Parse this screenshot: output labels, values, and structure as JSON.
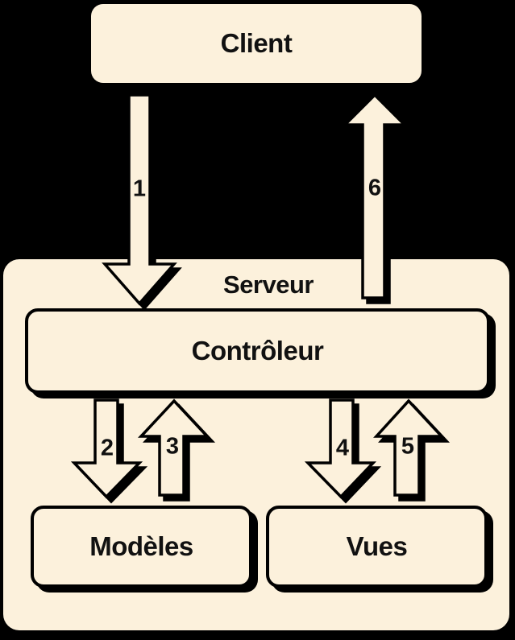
{
  "diagram": {
    "colors": {
      "background": "#000000",
      "box_fill": "#FCF1DC",
      "outline": "#000000"
    },
    "nodes": {
      "client": "Client",
      "server": "Serveur",
      "controller": "Contrôleur",
      "models": "Modèles",
      "views": "Vues"
    },
    "flows": [
      {
        "label": "1",
        "from": "Client",
        "to": "Contrôleur",
        "direction": "down"
      },
      {
        "label": "2",
        "from": "Contrôleur",
        "to": "Modèles",
        "direction": "down"
      },
      {
        "label": "3",
        "from": "Modèles",
        "to": "Contrôleur",
        "direction": "up"
      },
      {
        "label": "4",
        "from": "Contrôleur",
        "to": "Vues",
        "direction": "down"
      },
      {
        "label": "5",
        "from": "Vues",
        "to": "Contrôleur",
        "direction": "up"
      },
      {
        "label": "6",
        "from": "Contrôleur",
        "to": "Client",
        "direction": "up"
      }
    ]
  }
}
